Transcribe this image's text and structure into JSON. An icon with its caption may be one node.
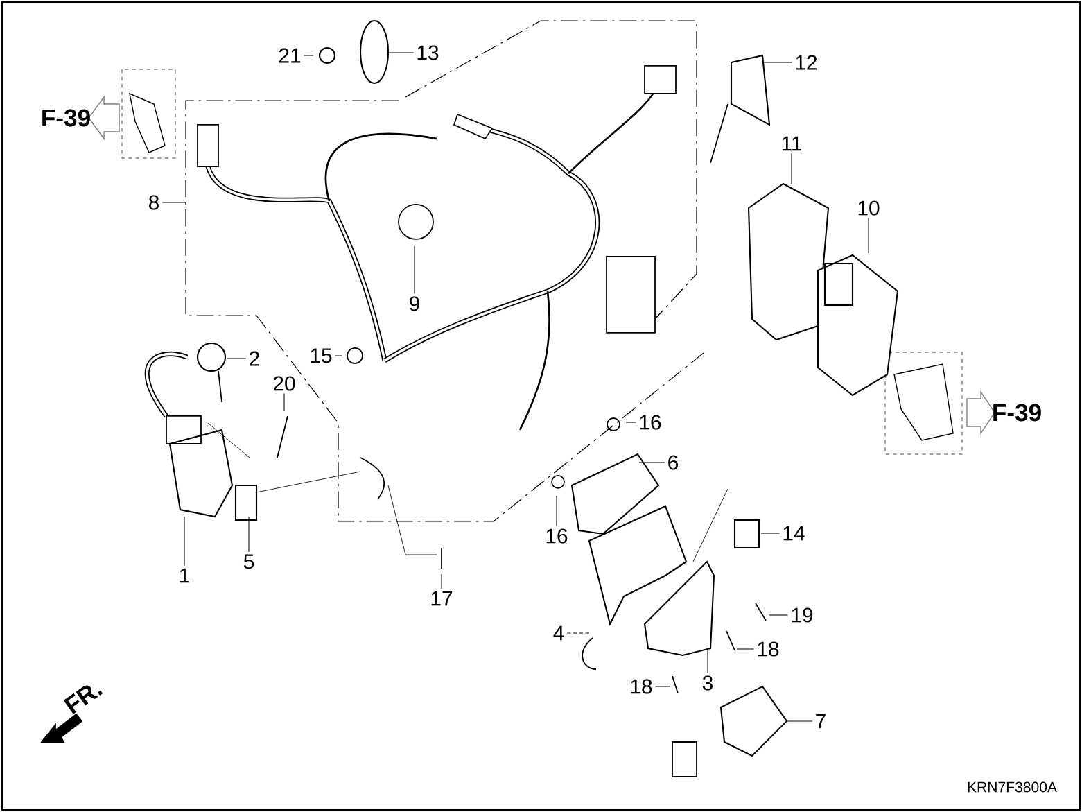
{
  "diagram": {
    "nodes": [
      {
        "text": [
          "21"
        ]
      },
      {
        "text": [
          "13"
        ]
      },
      {
        "text": [
          "12"
        ]
      },
      {
        "text": [
          "8"
        ]
      },
      {
        "text": [
          "9"
        ]
      },
      {
        "text": [
          "11"
        ]
      },
      {
        "text": [
          "10"
        ]
      },
      {
        "text": [
          "15"
        ]
      },
      {
        "text": [
          "2"
        ]
      },
      {
        "text": [
          "20"
        ]
      },
      {
        "text": [
          "16"
        ]
      },
      {
        "text": [
          "6"
        ]
      },
      {
        "text": [
          "16"
        ]
      },
      {
        "text": [
          "1"
        ]
      },
      {
        "text": [
          "5"
        ]
      },
      {
        "text": [
          "14"
        ]
      },
      {
        "text": [
          "17"
        ]
      },
      {
        "text": [
          "19"
        ]
      },
      {
        "text": [
          "4"
        ]
      },
      {
        "text": [
          "18"
        ]
      },
      {
        "text": [
          "3"
        ]
      },
      {
        "text": [
          "18"
        ]
      },
      {
        "text": [
          "7"
        ]
      }
    ],
    "edges": [
      {
        "from": 0,
        "to": null,
        "arrow": "none"
      },
      {
        "from": 1,
        "to": null,
        "arrow": "none"
      },
      {
        "from": 2,
        "to": null,
        "arrow": "none"
      },
      {
        "from": 3,
        "to": null,
        "arrow": "none"
      },
      {
        "from": 4,
        "to": null,
        "arrow": "none"
      },
      {
        "from": 5,
        "to": null,
        "arrow": "none"
      },
      {
        "from": 6,
        "to": null,
        "arrow": "none"
      },
      {
        "from": 7,
        "to": null,
        "arrow": "none"
      },
      {
        "from": 8,
        "to": null,
        "arrow": "none"
      },
      {
        "from": 9,
        "to": null,
        "arrow": "none"
      },
      {
        "from": 10,
        "to": null,
        "arrow": "none"
      },
      {
        "from": 11,
        "to": null,
        "arrow": "none"
      },
      {
        "from": 12,
        "to": null,
        "arrow": "none"
      },
      {
        "from": 13,
        "to": null,
        "arrow": "none"
      },
      {
        "from": 14,
        "to": null,
        "arrow": "none"
      },
      {
        "from": 15,
        "to": null,
        "arrow": "none"
      },
      {
        "from": 16,
        "to": null,
        "arrow": "none"
      },
      {
        "from": 17,
        "to": null,
        "arrow": "none"
      },
      {
        "from": 18,
        "to": null,
        "arrow": "none",
        "style": "dashed"
      },
      {
        "from": 19,
        "to": null,
        "arrow": "none"
      },
      {
        "from": 20,
        "to": null,
        "arrow": "none"
      },
      {
        "from": 21,
        "to": null,
        "arrow": "none"
      },
      {
        "from": 22,
        "to": null,
        "arrow": "none"
      }
    ],
    "labels": [
      "F-39",
      "F-39",
      "FR.",
      "KRN7F3800A"
    ]
  }
}
